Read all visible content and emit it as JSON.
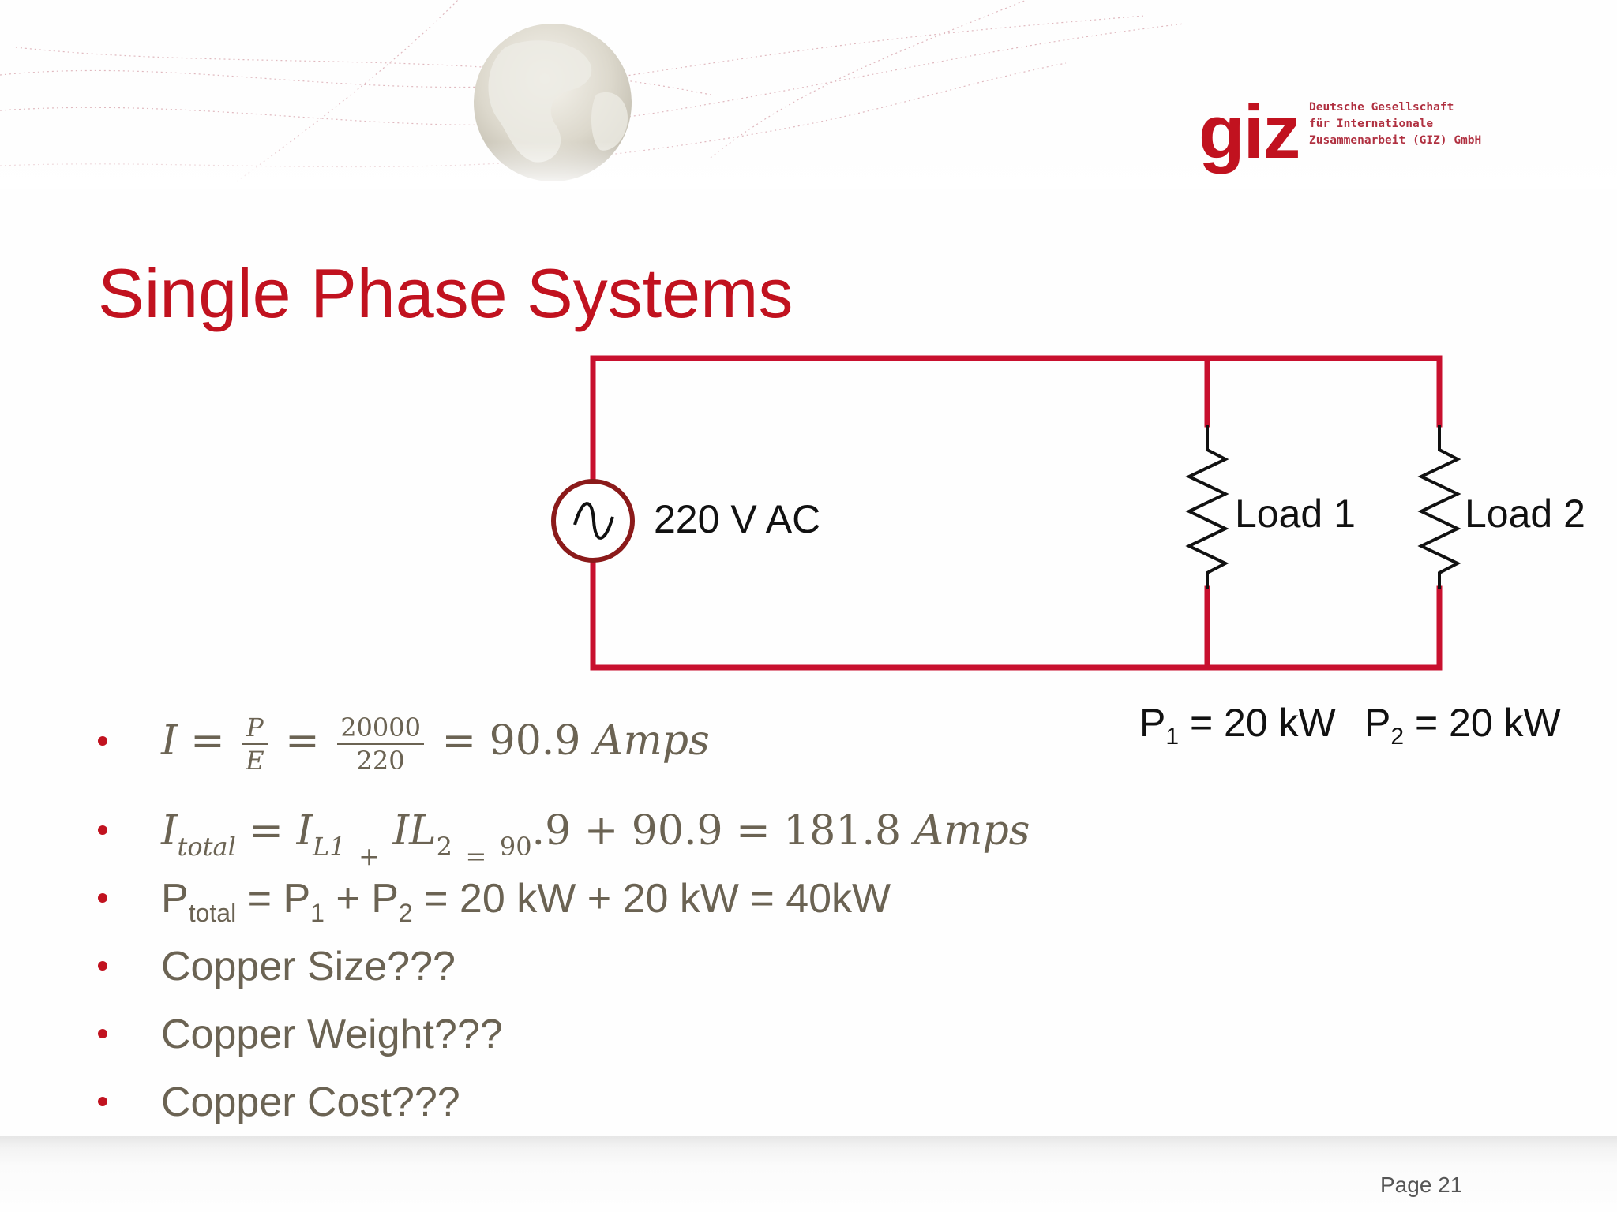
{
  "header": {
    "logo": {
      "word": "giz",
      "subtitle_lines": [
        "Deutsche Gesellschaft",
        "für Internationale",
        "Zusammenarbeit (GIZ) GmbH"
      ]
    }
  },
  "title": "Single Phase Systems",
  "circuit": {
    "source_label": "220 V AC",
    "load1_label": "Load 1",
    "load2_label": "Load 2",
    "p1_label": {
      "sym": "P",
      "sub": "1",
      "value": " = 20 kW"
    },
    "p2_label": {
      "sym": "P",
      "sub": "2",
      "value": " = 20 kW"
    },
    "wire_color": "#c8102e"
  },
  "bullets": [
    {
      "lhs": "I",
      "eq1": "=",
      "frac1": {
        "num": "P",
        "den": "E"
      },
      "eq2": "=",
      "frac2": {
        "num": "20000",
        "den": "220"
      },
      "rhs_eq": "=",
      "rhs_value": "90.9",
      "rhs_unit": "Amps"
    },
    {
      "lhs": "I",
      "lhs_sub": "total",
      "eq": "=",
      "t1": "I",
      "t1_sub": "L1",
      "plus_small": "+",
      "t2": "IL",
      "t2_sub": "2",
      "eq_small": "=",
      "ninety": "90",
      "rest_value": ".9 + 90.9 = 181.8",
      "unit": "Amps"
    },
    {
      "p": "P",
      "p_sub": "total",
      "eq": " = ",
      "p1": "P",
      "p1_sub": "1",
      "plus": " + ",
      "p2": "P",
      "p2_sub": "2",
      "rest": " = 20 kW + 20 kW = 40kW"
    },
    {
      "text": "Copper Size???"
    },
    {
      "text": "Copper Weight???"
    },
    {
      "text": "Copper Cost???"
    }
  ],
  "footer": {
    "page": "Page 21"
  },
  "colors": {
    "title": "#c1121f",
    "bullet_dot": "#c1121f",
    "body_text": "#6b6353"
  }
}
